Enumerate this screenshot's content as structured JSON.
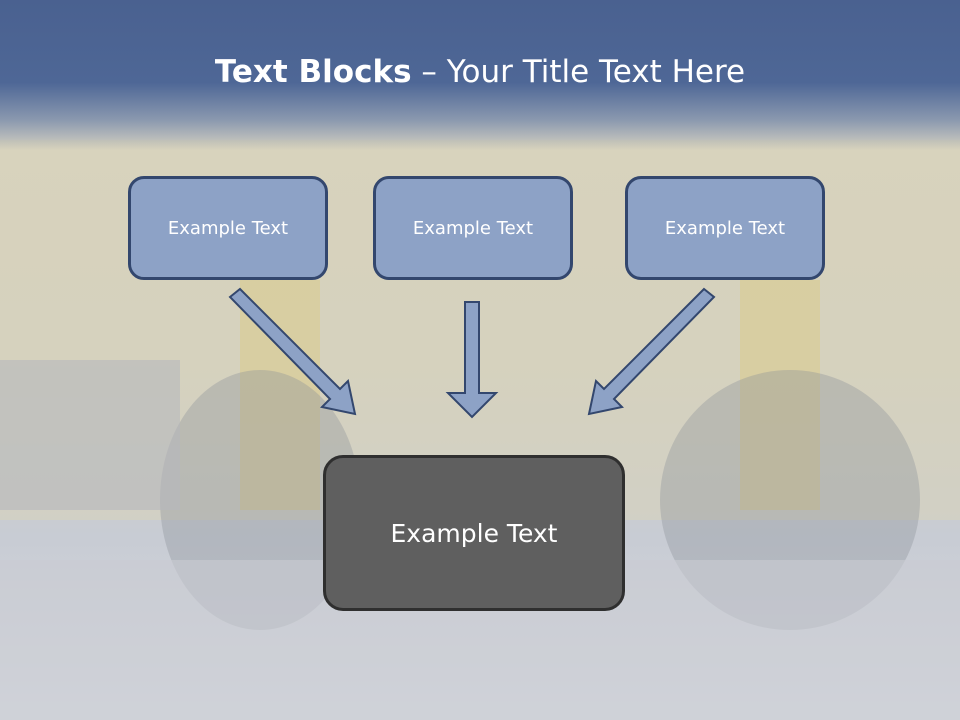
{
  "title": {
    "bold": "Text Blocks",
    "rest": " – Your Title Text Here"
  },
  "boxes": [
    "Example Text",
    "Example Text",
    "Example Text"
  ],
  "main_box": "Example Text",
  "colors": {
    "header": "#4e6796",
    "box": "#8da2c6",
    "box_border": "#33476e",
    "main": "#5f5f5f"
  }
}
